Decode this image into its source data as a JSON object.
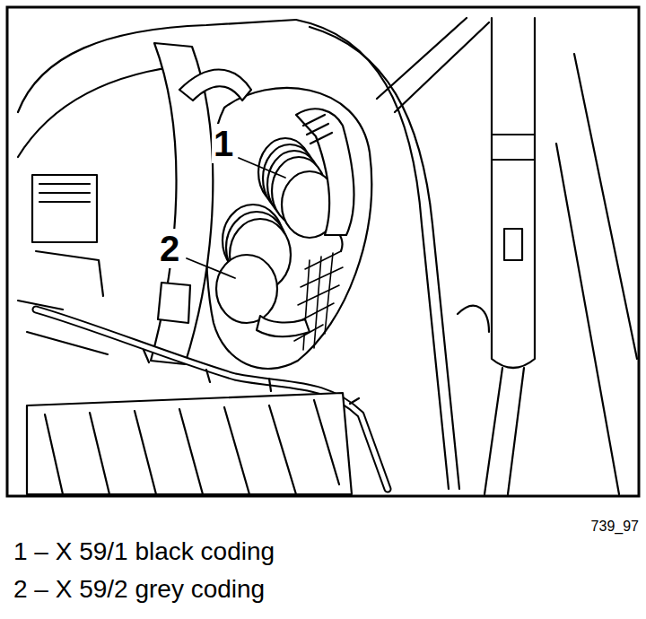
{
  "diagram": {
    "labels": [
      "1",
      "2",
      "739_97",
      "1 – X 59/1 black coding",
      "2 – X 59/2 grey coding"
    ]
  }
}
